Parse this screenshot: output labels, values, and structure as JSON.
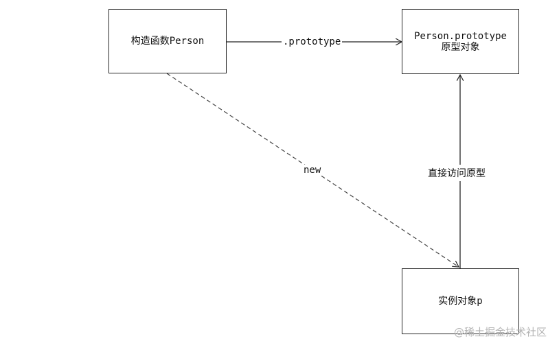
{
  "nodes": {
    "constructor": {
      "label": "构造函数Person"
    },
    "prototype": {
      "line1": "Person.prototype",
      "line2": "原型对象"
    },
    "instance": {
      "label": "实例对象p"
    }
  },
  "edges": {
    "prototype_link": {
      "label": ".prototype"
    },
    "new_link": {
      "label": "new"
    },
    "direct_access": {
      "label": "直接访问原型"
    }
  },
  "watermark": "@稀土掘金技术社区"
}
